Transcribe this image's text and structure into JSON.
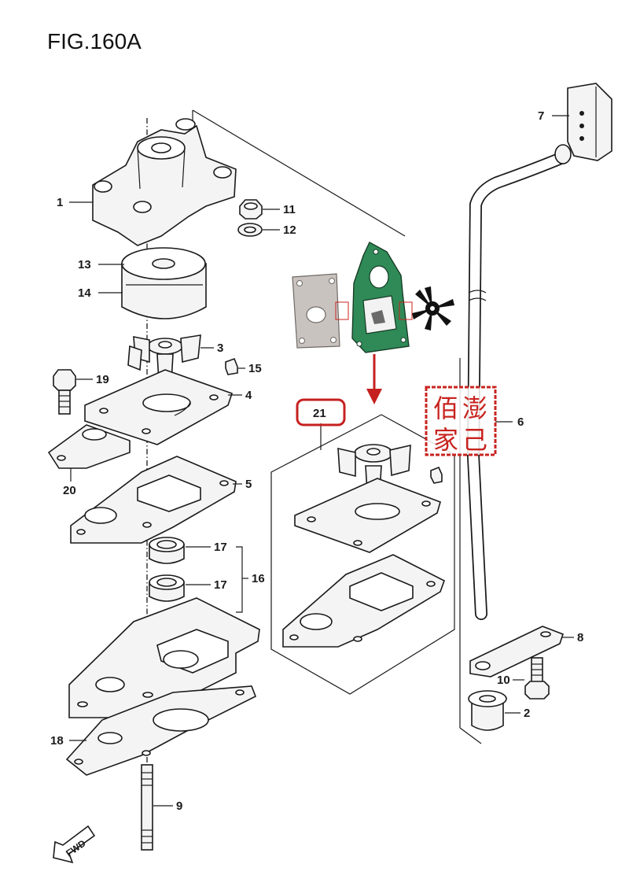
{
  "title": "FIG.160A",
  "callouts": {
    "c1": "1",
    "c2": "2",
    "c3": "3",
    "c4": "4",
    "c5": "5",
    "c6": "6",
    "c7": "7",
    "c8": "8",
    "c9": "9",
    "c10": "10",
    "c11": "11",
    "c12": "12",
    "c13": "13",
    "c14": "14",
    "c15": "15",
    "c16": "16",
    "c17a": "17",
    "c17b": "17",
    "c18": "18",
    "c19": "19",
    "c20": "20",
    "c21": "21"
  },
  "fwd_label": "FWD",
  "stamp_chars": [
    "佰",
    "澎",
    "家",
    "己"
  ],
  "colors": {
    "highlight_red": "#c62020",
    "gasket_green": "#2f8a57",
    "stamp_red": "#c8241f"
  }
}
